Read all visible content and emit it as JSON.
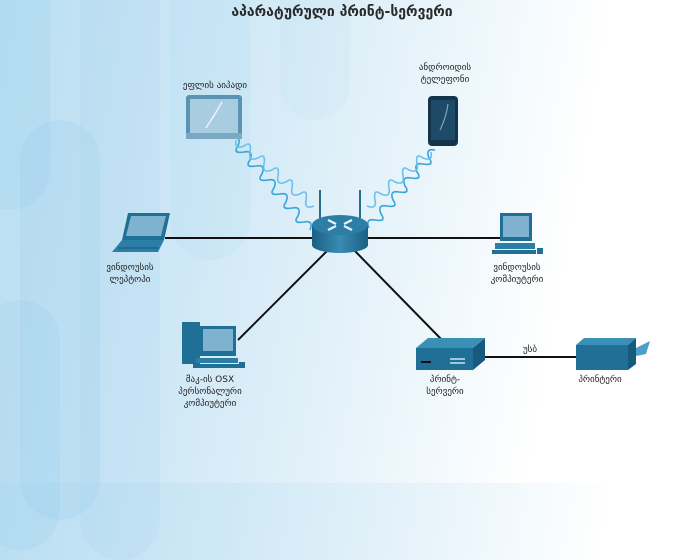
{
  "title": "აპარატურული პრინტ-სერვერი",
  "devices": {
    "ipad": "ეფლის აიპადი",
    "android": "ანდროიდის\nტელეფონი",
    "win_laptop": "ვინდოუსის\nლეპტოპი",
    "win_pc": "ვინდოუსის\nკომპიუტერი",
    "mac_pc": "მაკ-ის  OSX\nპერსონალური\nკომპიუტერი",
    "print_server": "პრინტ-\nსერვერი",
    "printer": "პრინტერი"
  },
  "links": {
    "usb": "უსბ"
  },
  "colors": {
    "device": "#1f6f96",
    "wireless": "#3aa3d8",
    "cable": "#111111"
  }
}
